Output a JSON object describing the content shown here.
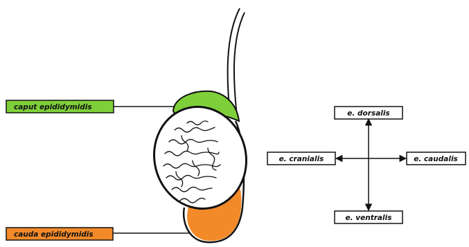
{
  "labels": {
    "caput": "caput epididymidis",
    "cauda": "cauda epididymidis"
  },
  "orientation": {
    "dorsal": "e. dorsalis",
    "ventral": "e. ventralis",
    "cranial": "e. cranialis",
    "caudal": "e. caudalis"
  },
  "colors": {
    "caput": "#7fcf3a",
    "cauda": "#f28a2a",
    "outline": "#111111",
    "background": "#ffffff"
  }
}
